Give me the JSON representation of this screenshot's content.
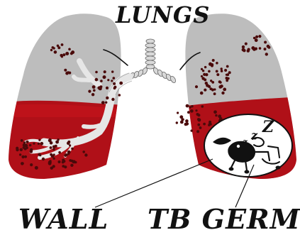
{
  "labels": {
    "title": "LUNGS",
    "wall": "WALL",
    "germ": "TB GERM"
  },
  "sleep_text": "Zzz",
  "colors": {
    "lung_upper": "#bdbdbd",
    "lung_lower": "#b01018",
    "bronchi": "#d9d9d9",
    "germ_dots": "#4a0a0a",
    "outline": "#000000"
  }
}
